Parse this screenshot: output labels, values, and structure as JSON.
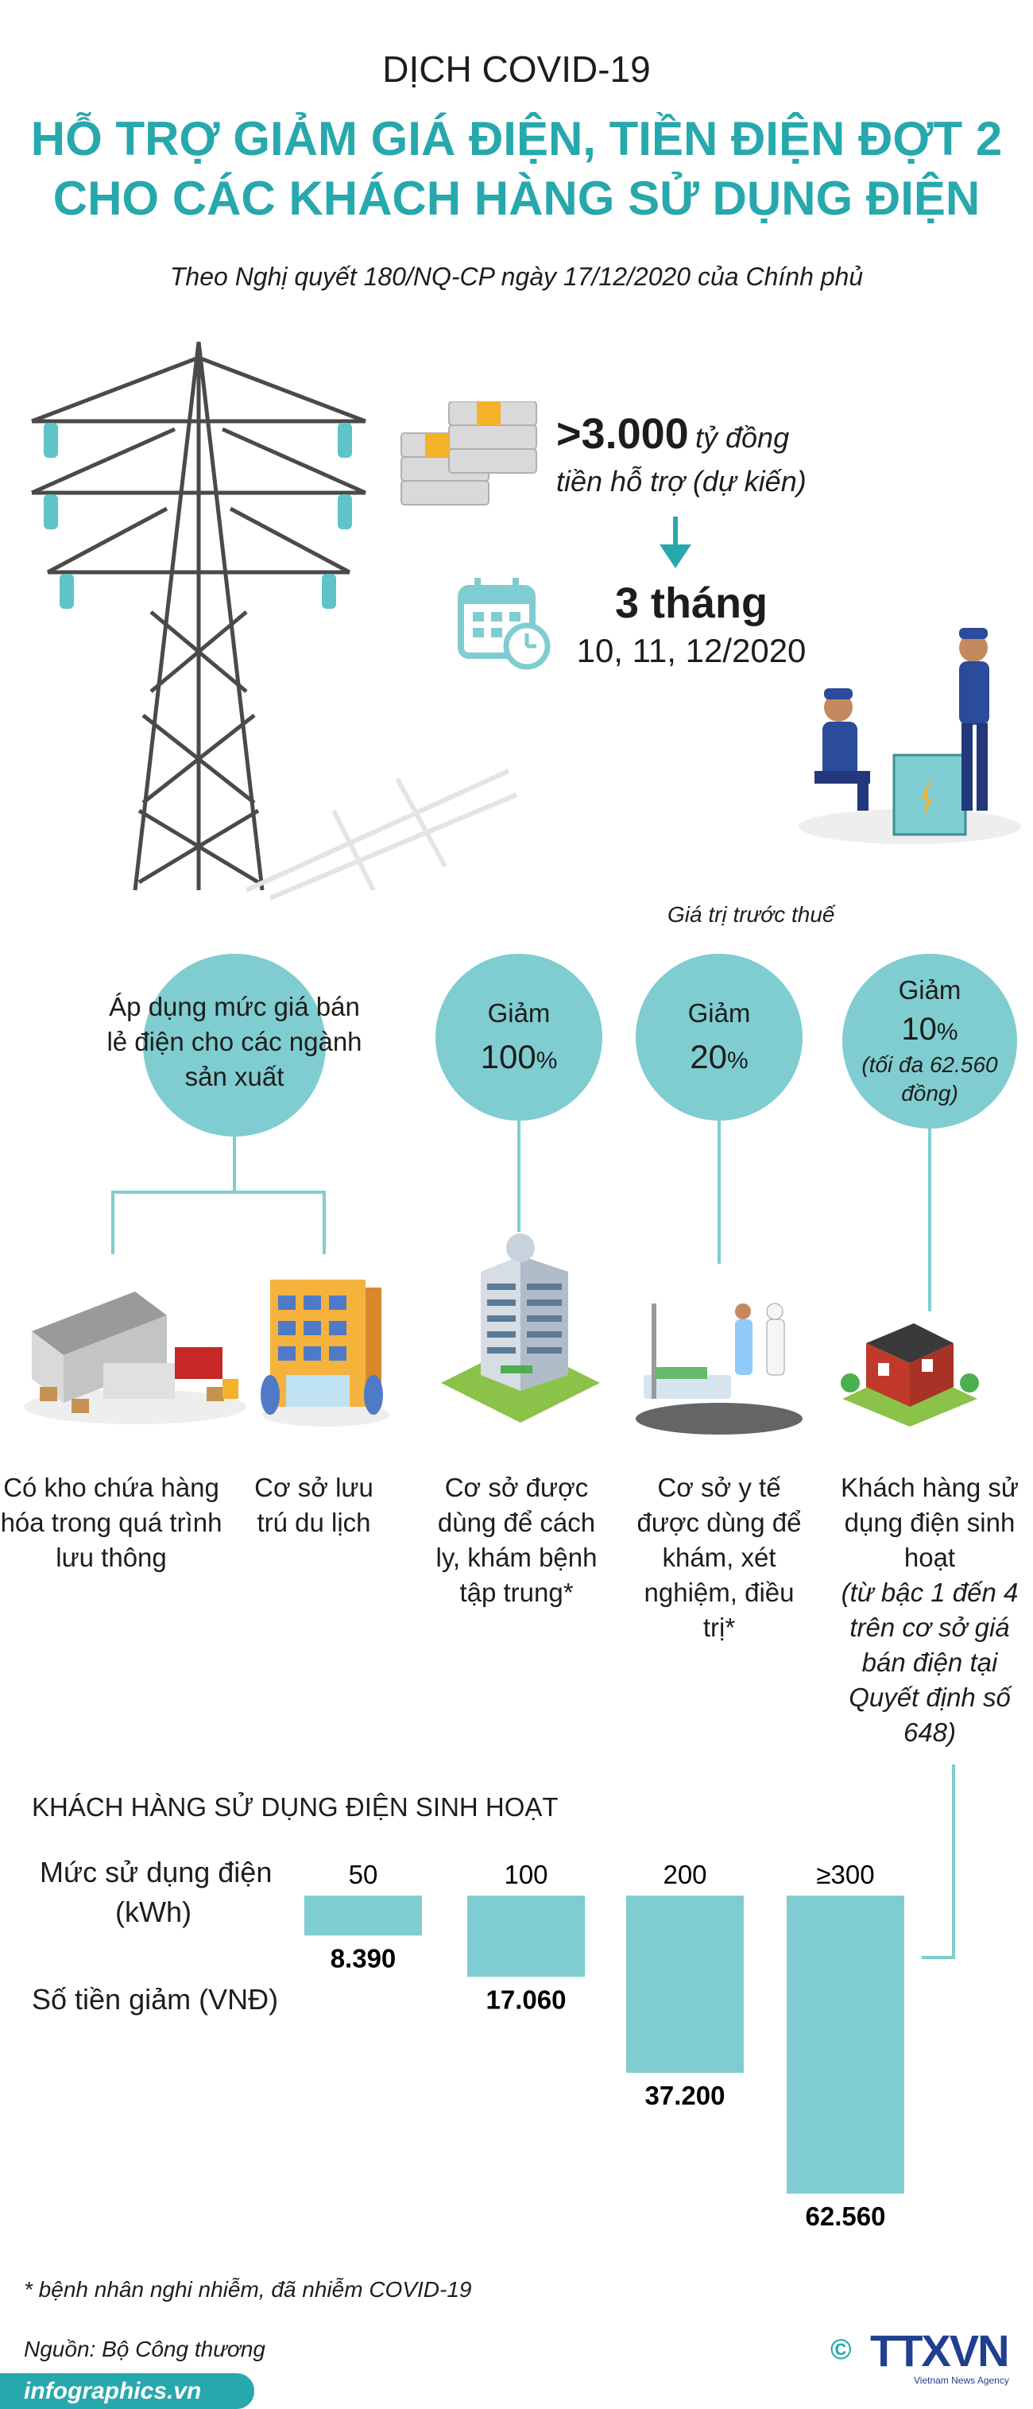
{
  "header": {
    "kicker": "DỊCH COVID-19",
    "title_line1": "HỖ TRỢ GIẢM GIÁ ĐIỆN, TIỀN ĐIỆN ĐỢT 2",
    "title_line2": "CHO CÁC KHÁCH HÀNG SỬ DỤNG ĐIỆN",
    "subtitle": "Theo Nghị quyết 180/NQ-CP ngày 17/12/2020 của Chính phủ"
  },
  "summary": {
    "amount": ">3.000",
    "amount_unit": "tỷ đồng",
    "amount_note": "tiền hỗ trợ (dự kiến)",
    "duration": "3 tháng",
    "months": "10, 11, 12/2020",
    "tax_note": "Giá trị trước thuế"
  },
  "policies": {
    "retail": "Áp dụng mức giá bán lẻ điện cho các ngành sản xuất",
    "circle2_label": "Giảm",
    "circle2_value": "100",
    "circle3_label": "Giảm",
    "circle3_value": "20",
    "circle4_label": "Giảm",
    "circle4_value": "10",
    "circle4_note": "(tối đa 62.560 đồng)",
    "percent": "%"
  },
  "beneficiaries": {
    "warehouse": "Có kho chứa hàng hóa trong quá trình lưu thông",
    "hotel": "Cơ sở lưu trú du lịch",
    "quarantine": "Cơ sở được dùng để cách ly, khám bệnh tập trung*",
    "medical": "Cơ sở y tế được dùng để khám, xét nghiệm, điều trị*",
    "household": "Khách hàng sử dụng điện sinh hoạt",
    "household_note": "(từ bậc 1 đến 4 trên cơ sở giá bán điện tại Quyết định số 648)"
  },
  "chart_data": {
    "type": "bar",
    "title": "KHÁCH HÀNG SỬ DỤNG ĐIỆN SINH HOẠT",
    "xlabel": "Mức sử dụng điện (kWh)",
    "ylabel": "Số tiền giảm (VNĐ)",
    "categories": [
      "50",
      "100",
      "200",
      "≥300"
    ],
    "values": [
      8390,
      17060,
      37200,
      62560
    ],
    "value_labels": [
      "8.390",
      "17.060",
      "37.200",
      "62.560"
    ],
    "xlabel_line1": "Mức sử dụng điện",
    "xlabel_line2": "(kWh)",
    "color": "#7fcdd0"
  },
  "footer": {
    "footnote": "* bệnh nhân nghi nhiễm, đã nhiễm COVID-19",
    "source": "Nguồn: Bộ Công thương",
    "site": "infographics.vn",
    "agency_logo": "TTXVN",
    "agency_sub": "Vietnam News Agency",
    "copyright": "©"
  },
  "colors": {
    "accent": "#27a8ad",
    "circle": "#7fcdd0",
    "footer_bar": "#27a8ad"
  }
}
